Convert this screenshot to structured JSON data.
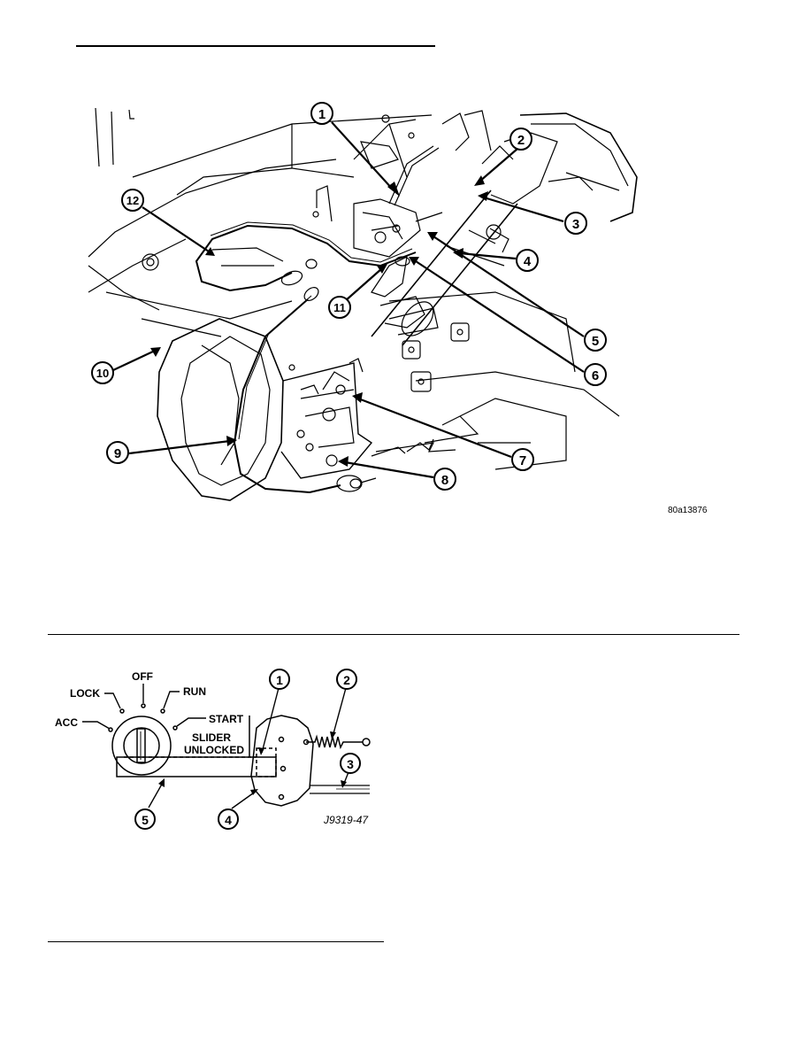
{
  "figure_top": {
    "callouts": [
      "1",
      "2",
      "3",
      "4",
      "5",
      "6",
      "7",
      "8",
      "9",
      "10",
      "11",
      "12"
    ],
    "figure_code": "80a13876"
  },
  "figure_bottom": {
    "positions": {
      "acc": "ACC",
      "lock": "LOCK",
      "off": "OFF",
      "run": "RUN",
      "start": "START"
    },
    "slider_line1": "SLIDER",
    "slider_line2": "UNLOCKED",
    "callouts": [
      "1",
      "2",
      "3",
      "4",
      "5"
    ],
    "figure_code": "J9319-47"
  }
}
